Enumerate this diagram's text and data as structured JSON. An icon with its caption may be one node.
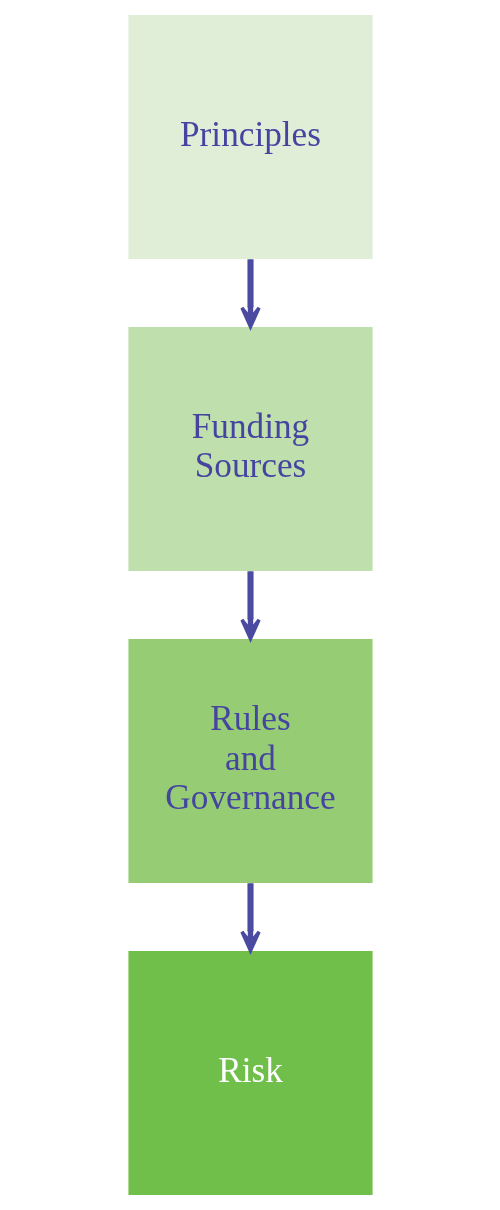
{
  "diagram": {
    "nodes": [
      {
        "text": [
          "Principles"
        ]
      },
      {
        "text": [
          "Funding Sources"
        ]
      },
      {
        "text": [
          "Rules and Governance"
        ]
      },
      {
        "text": [
          "Risk"
        ]
      }
    ],
    "edges": [
      {
        "from": 0,
        "to": 1,
        "arrow": "to"
      },
      {
        "from": 1,
        "to": 2,
        "arrow": "to"
      },
      {
        "from": 2,
        "to": 3,
        "arrow": "to"
      }
    ]
  }
}
